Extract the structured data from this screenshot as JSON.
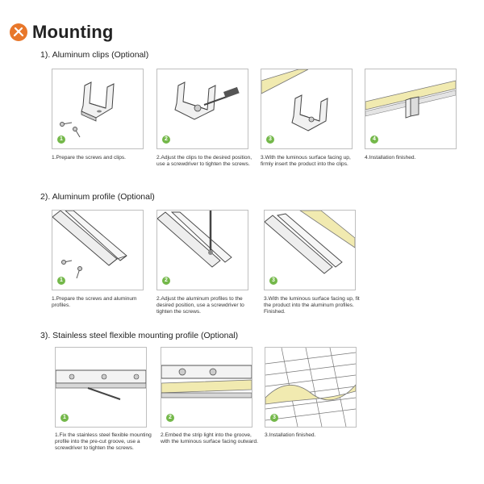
{
  "title": "Mounting",
  "colors": {
    "accent": "#e8772a",
    "badge": "#74b84a",
    "led": "#f1eab0"
  },
  "sections": [
    {
      "heading": "1). Aluminum clips (Optional)",
      "steps": [
        {
          "num": "1",
          "caption": "1.Prepare the screws and clips."
        },
        {
          "num": "2",
          "caption": "2.Adjust the clips to the desired position, use a screwdriver to tighten the screws."
        },
        {
          "num": "3",
          "caption": "3.With the luminous surface facing up, firmly insert the product into the clips."
        },
        {
          "num": "4",
          "caption": "4.Installation finished."
        }
      ]
    },
    {
      "heading": "2). Aluminum profile (Optional)",
      "steps": [
        {
          "num": "1",
          "caption": "1.Prepare the screws and aluminum profiles."
        },
        {
          "num": "2",
          "caption": "2.Adjust the aluminum profiles to the desired position, use a screwdriver to tighten the screws."
        },
        {
          "num": "3",
          "caption": "3.With the luminous surface facing up, fit the product into the aluminum profiles. Finished."
        }
      ]
    },
    {
      "heading": "3). Stainless steel flexible mounting profile (Optional)",
      "steps": [
        {
          "num": "1",
          "caption": "1.Fix the stainless steel flexible mounting profile into the pre-cut groove, use a screwdriver to tighten the screws."
        },
        {
          "num": "2",
          "caption": "2.Embed the strip light into the groove, with the luminous surface facing outward."
        },
        {
          "num": "3",
          "caption": "3.Installation finished."
        }
      ]
    }
  ]
}
